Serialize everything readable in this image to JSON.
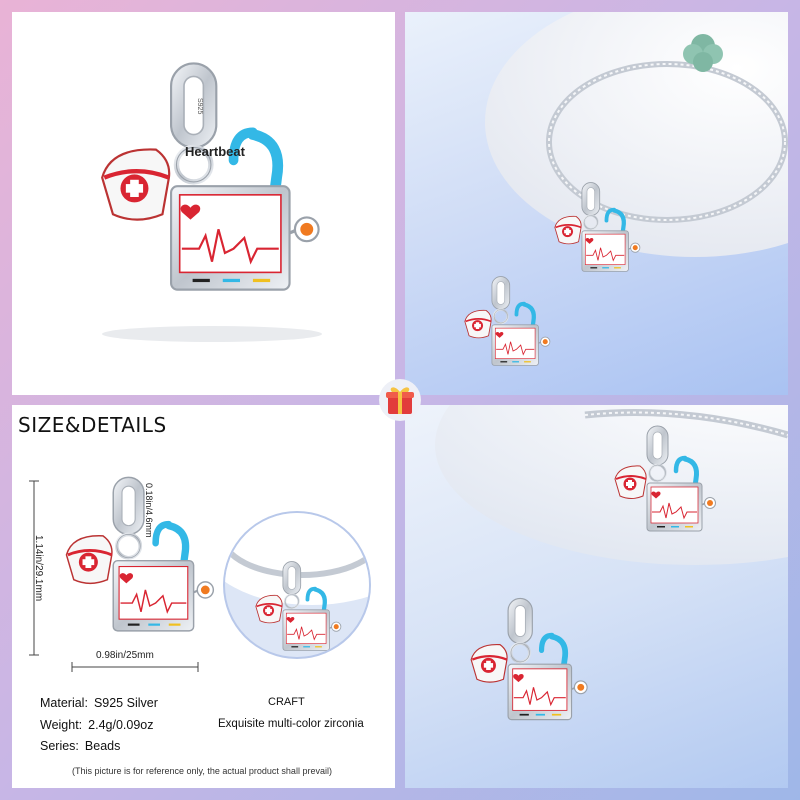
{
  "panels": {
    "product_main": {
      "name": "main-product"
    },
    "bracelet": {
      "name": "bracelet"
    }
  },
  "charm": {
    "monitor_label": "Heartbeat",
    "stamp": "S925",
    "colors": {
      "silver": "#d9dde3",
      "enamel_red": "#d92532",
      "enamel_blue": "#33b8e6",
      "orange_stone": "#f07a20",
      "clasp_green": "#7fb7a3"
    }
  },
  "details": {
    "title": "SIZE&DETAILS",
    "height_label": "1.14in/29.1mm",
    "bail_label": "0.18in/4.6mm",
    "width_label": "0.98in/25mm",
    "specs": {
      "material_key": "Material:",
      "material_val": "S925 Silver",
      "weight_key": "Weight:",
      "weight_val": "2.4g/0.09oz",
      "series_key": "Series:",
      "series_val": "Beads",
      "craft_key": "CRAFT",
      "craft_val": "Exquisite multi-color zirconia"
    },
    "note": "(This picture is for reference only, the actual product shall prevail)"
  },
  "icons": {
    "gift": "gift-box-icon"
  }
}
